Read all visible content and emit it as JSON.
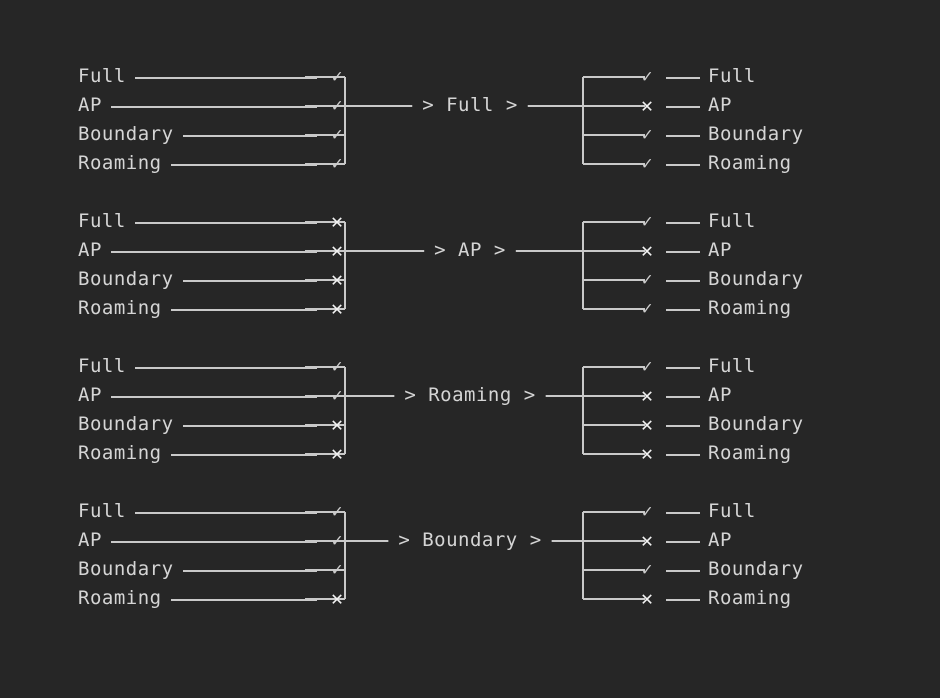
{
  "theme": {
    "background": "#262626",
    "text_color": "#d5d5d5",
    "line_color": "#c9c9c9",
    "check_color": "#cfcfcf",
    "cross_color": "#f2f2f2"
  },
  "glyphs": {
    "check": "✓",
    "cross": "✕",
    "arrow_head": ">",
    "dash": "—"
  },
  "states": [
    "Full",
    "AP",
    "Boundary",
    "Roaming"
  ],
  "groups": [
    {
      "id": "group-full",
      "center_label": "> Full >",
      "state": "Full",
      "inputs": [
        {
          "label": "Full",
          "mark": "check"
        },
        {
          "label": "AP",
          "mark": "check"
        },
        {
          "label": "Boundary",
          "mark": "check"
        },
        {
          "label": "Roaming",
          "mark": "check"
        }
      ],
      "outputs": [
        {
          "label": "Full",
          "mark": "check"
        },
        {
          "label": "AP",
          "mark": "cross"
        },
        {
          "label": "Boundary",
          "mark": "check"
        },
        {
          "label": "Roaming",
          "mark": "check"
        }
      ]
    },
    {
      "id": "group-ap",
      "center_label": "> AP >",
      "state": "AP",
      "inputs": [
        {
          "label": "Full",
          "mark": "cross"
        },
        {
          "label": "AP",
          "mark": "cross"
        },
        {
          "label": "Boundary",
          "mark": "cross"
        },
        {
          "label": "Roaming",
          "mark": "cross"
        }
      ],
      "outputs": [
        {
          "label": "Full",
          "mark": "check"
        },
        {
          "label": "AP",
          "mark": "cross"
        },
        {
          "label": "Boundary",
          "mark": "check"
        },
        {
          "label": "Roaming",
          "mark": "check"
        }
      ]
    },
    {
      "id": "group-roaming",
      "center_label": "> Roaming >",
      "state": "Roaming",
      "inputs": [
        {
          "label": "Full",
          "mark": "check"
        },
        {
          "label": "AP",
          "mark": "check"
        },
        {
          "label": "Boundary",
          "mark": "cross"
        },
        {
          "label": "Roaming",
          "mark": "cross"
        }
      ],
      "outputs": [
        {
          "label": "Full",
          "mark": "check"
        },
        {
          "label": "AP",
          "mark": "cross"
        },
        {
          "label": "Boundary",
          "mark": "cross"
        },
        {
          "label": "Roaming",
          "mark": "cross"
        }
      ]
    },
    {
      "id": "group-boundary",
      "center_label": "> Boundary >",
      "state": "Boundary",
      "inputs": [
        {
          "label": "Full",
          "mark": "check"
        },
        {
          "label": "AP",
          "mark": "check"
        },
        {
          "label": "Boundary",
          "mark": "check"
        },
        {
          "label": "Roaming",
          "mark": "cross"
        }
      ],
      "outputs": [
        {
          "label": "Full",
          "mark": "check"
        },
        {
          "label": "AP",
          "mark": "cross"
        },
        {
          "label": "Boundary",
          "mark": "check"
        },
        {
          "label": "Roaming",
          "mark": "cross"
        }
      ]
    }
  ]
}
